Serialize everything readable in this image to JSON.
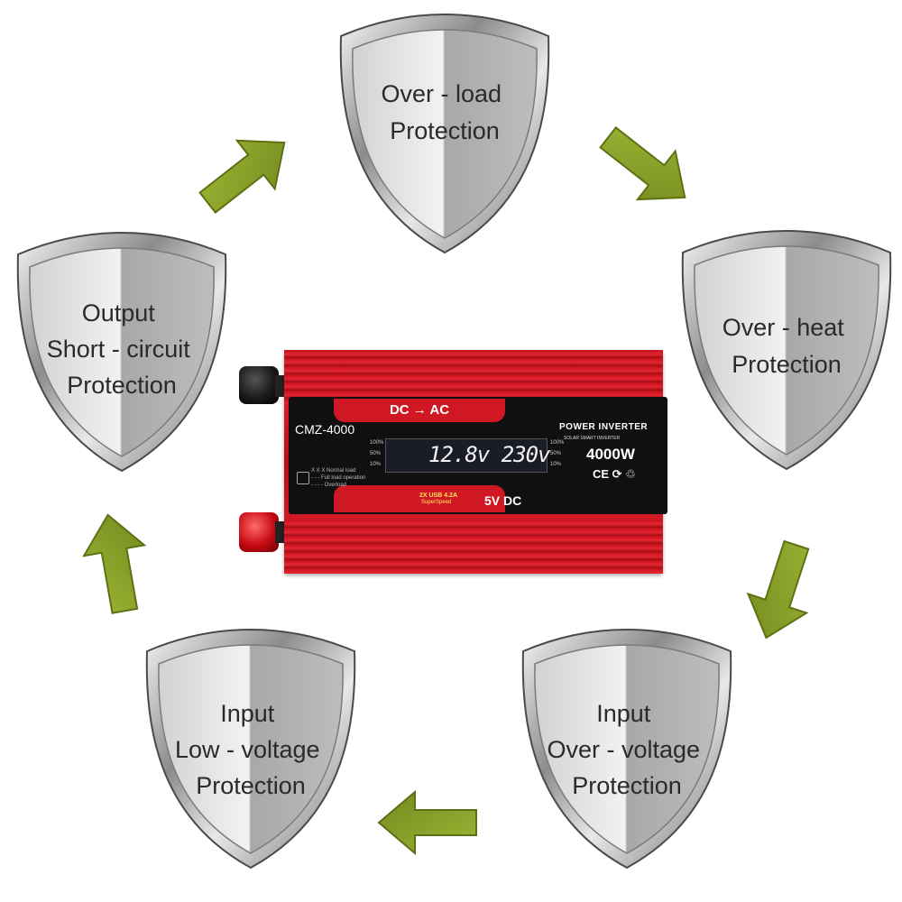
{
  "shields": [
    {
      "id": "over-load",
      "lines": [
        "Over - load",
        "Protection"
      ]
    },
    {
      "id": "over-heat",
      "lines": [
        "Over - heat",
        "Protection"
      ]
    },
    {
      "id": "input-over-voltage",
      "lines": [
        "Input",
        "Over - voltage",
        "Protection"
      ]
    },
    {
      "id": "input-low-voltage",
      "lines": [
        "Input",
        "Low - voltage",
        "Protection"
      ]
    },
    {
      "id": "output-short-circuit",
      "lines": [
        "Output",
        "Short - circuit",
        "Protection"
      ]
    }
  ],
  "inverter": {
    "model": "CMZ-4000",
    "mode": "DC → AC",
    "brand_line": "POWER INVERTER",
    "sub_line": "SOLAR SMART INVERTER",
    "wattage": "4000W",
    "lcd_readout": "12.8v 230v",
    "scale_left": [
      "100%",
      "50%",
      "10%"
    ],
    "scale_right": [
      "100%",
      "50%",
      "10%"
    ],
    "legend_lines": [
      "X X X  Normal load",
      "- - -  Full load operation",
      "- - - -  Overload"
    ],
    "usb_label": "2X USB 4.2A",
    "usb_sub": "SuperSpeed",
    "usb_output": "5V DC",
    "certifications": "CE ⟳ ♲"
  },
  "colors": {
    "arrow": "#8aa22a",
    "shield_silver": "#c8c8c8",
    "inverter_red": "#d01824"
  }
}
